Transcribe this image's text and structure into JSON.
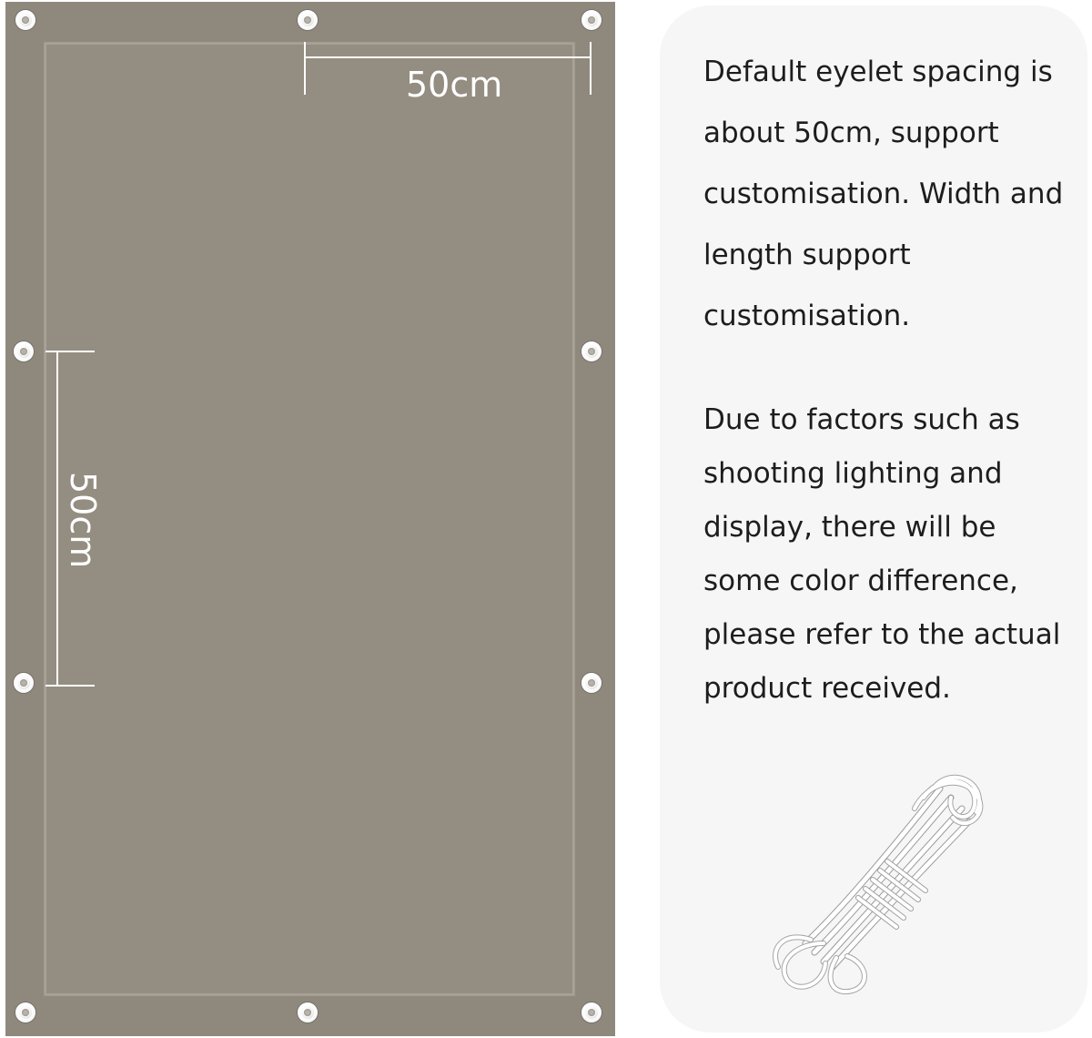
{
  "tarp": {
    "color": "#8f887d",
    "horizontal_spacing_label": "50cm",
    "vertical_spacing_label": "50cm"
  },
  "info": {
    "paragraph_1": "Default eyelet spacing is about 50cm, support customisation. Width and length support customisation.",
    "paragraph_2": "Due to factors such as shooting lighting and display, there will be some color difference, please refer to the actual product received."
  },
  "icons": {
    "eyelet": "eyelet-icon",
    "rope": "rope-bundle-icon"
  }
}
